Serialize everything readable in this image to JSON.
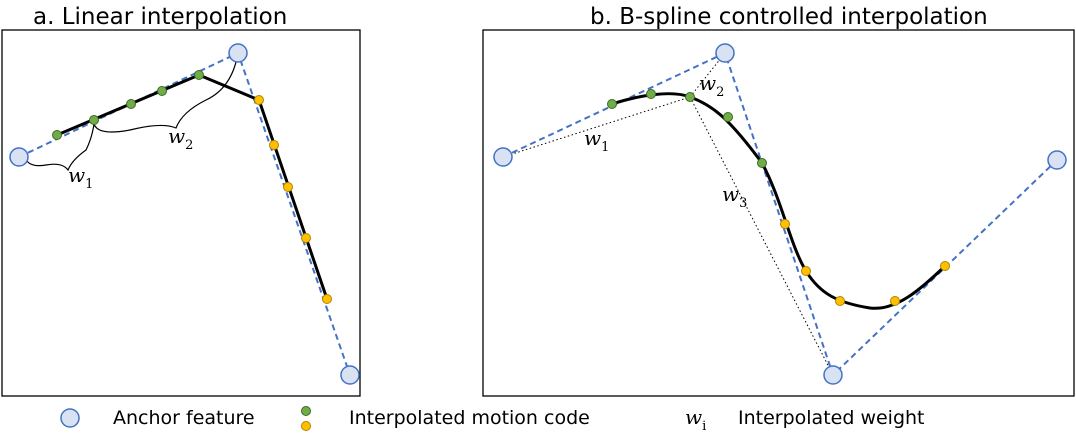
{
  "panels": {
    "linear": {
      "title": "a. Linear interpolation"
    },
    "bspline": {
      "title": "b. B-spline controlled interpolation"
    }
  },
  "weights": {
    "w1": {
      "base": "w",
      "sub": "1"
    },
    "w2": {
      "base": "w",
      "sub": "2"
    },
    "w3": {
      "base": "w",
      "sub": "3"
    }
  },
  "legend": {
    "anchor_label": "Anchor feature",
    "interp_code_label": "Interpolated motion code",
    "weight_symbol": {
      "base": "w",
      "sub": "i"
    },
    "weight_label": "Interpolated weight"
  },
  "colors": {
    "anchor_fill": "#d9e2f3",
    "anchor_stroke": "#4472c4",
    "dashed_line": "#4472c4",
    "green_code": "#70ad47",
    "yellow_code": "#ffc000"
  },
  "icons": [
    "anchor-circle-icon",
    "green-dot-icon",
    "yellow-dot-icon"
  ]
}
